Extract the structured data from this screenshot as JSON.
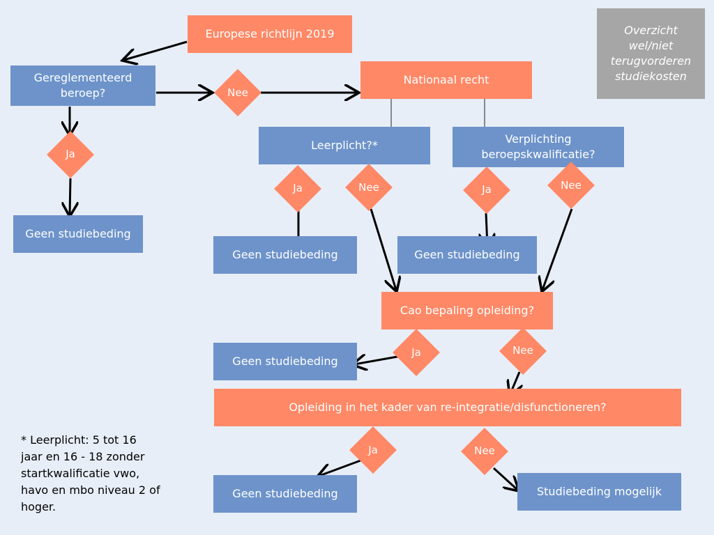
{
  "diagram": {
    "title": "Overzicht\nwel/niet\nterugvorderen\nstudiekosten",
    "nodes": {
      "europese": "Europese richtlijn 2019",
      "gereglementeerd": "Gereglementeerd beroep?",
      "nationaal": "Nationaal recht",
      "leerplicht": "Leerplicht?*",
      "verplichting": "Verplichting beroepskwalificatie?",
      "geen1": "Geen studiebeding",
      "geen2": "Geen studiebeding",
      "geen3": "Geen studiebeding",
      "cao": "Cao bepaling opleiding?",
      "geen4": "Geen studiebeding",
      "opleiding": "Opleiding in het kader van re-integratie/disfunctioneren?",
      "geen5": "Geen studiebeding",
      "mogelijk": "Studiebeding  mogelijk"
    },
    "decisions": {
      "d_nee_main": "Nee",
      "d_ja_main": "Ja",
      "d_ja_leer": "Ja",
      "d_nee_leer": "Nee",
      "d_ja_verpl": "Ja",
      "d_nee_verpl": "Nee",
      "d_ja_cao": "Ja",
      "d_nee_cao": "Nee",
      "d_ja_opl": "Ja",
      "d_nee_opl": "Nee"
    },
    "footnote": "* Leerplicht: 5 tot 16 jaar en 16 - 18 zonder startkwalificatie vwo, havo en mbo niveau 2 of hoger.",
    "colors": {
      "orange": "#ff8866",
      "blue": "#6d93ca",
      "grey": "#a6a6a6",
      "background": "#e8eef7"
    }
  }
}
